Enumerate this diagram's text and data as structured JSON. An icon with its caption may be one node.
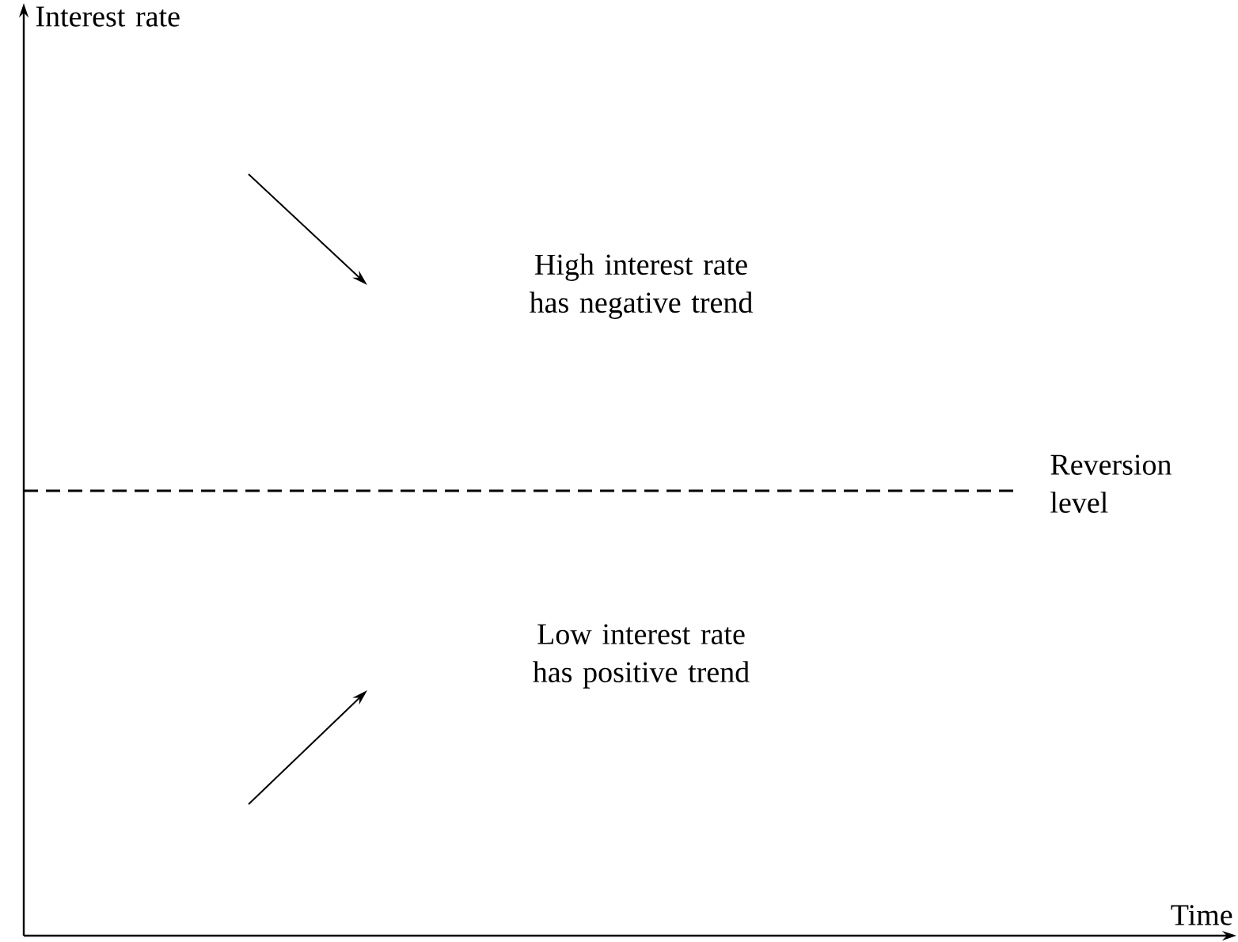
{
  "diagram": {
    "labels": [
      "Interest rate",
      "High interest rate has negative trend",
      "Reversion level",
      "Low interest rate has positive trend",
      "Time"
    ]
  }
}
